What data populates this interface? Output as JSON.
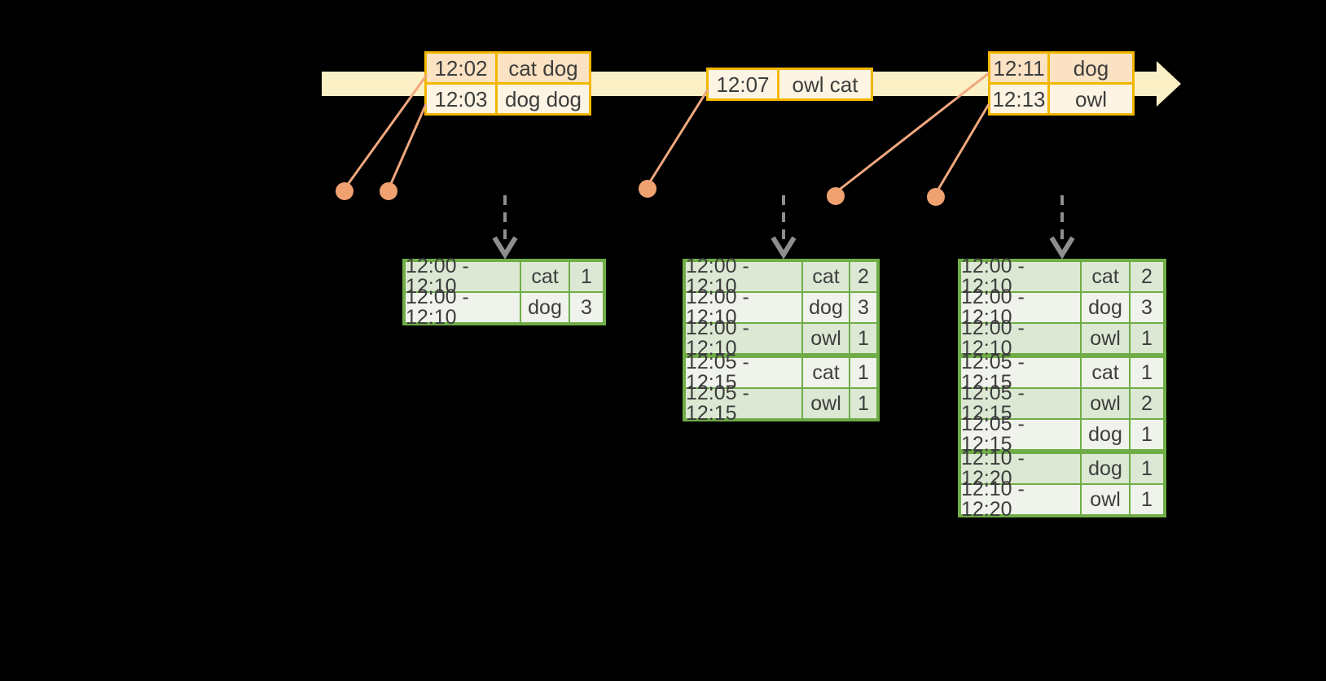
{
  "colors": {
    "background": "#000000",
    "text": "#3d3d3d",
    "timeline_fill": "#fbefc6",
    "event_border": "#f3b700",
    "event_row_dark": "#fae2c3",
    "event_row_light": "#fdf4e3",
    "connector": "#efa87d",
    "connector_dot": "#efa170",
    "dashed_arrow": "#8e8e8e",
    "counts_border": "#6fad47",
    "counts_row_dark": "#dce8d3",
    "counts_row_light": "#eff3eb"
  },
  "icons": {
    "timeline_arrowhead": "right-block-arrow",
    "event_marker": "filled-circle",
    "output_arrow": "dashed-down-arrow"
  },
  "diagram": {
    "events": [
      {
        "rows": [
          {
            "time": "12:02",
            "words": "cat dog"
          },
          {
            "time": "12:03",
            "words": "dog dog"
          }
        ]
      },
      {
        "rows": [
          {
            "time": "12:07",
            "words": "owl cat"
          }
        ]
      },
      {
        "rows": [
          {
            "time": "12:11",
            "words": "dog"
          },
          {
            "time": "12:13",
            "words": "owl"
          }
        ]
      }
    ],
    "counts_tables": [
      {
        "rows": [
          {
            "window": "12:00 - 12:10",
            "word": "cat",
            "count": "1"
          },
          {
            "window": "12:00 - 12:10",
            "word": "dog",
            "count": "3"
          }
        ],
        "group_breaks": []
      },
      {
        "rows": [
          {
            "window": "12:00 - 12:10",
            "word": "cat",
            "count": "2"
          },
          {
            "window": "12:00 - 12:10",
            "word": "dog",
            "count": "3"
          },
          {
            "window": "12:00 - 12:10",
            "word": "owl",
            "count": "1"
          },
          {
            "window": "12:05 - 12:15",
            "word": "cat",
            "count": "1"
          },
          {
            "window": "12:05 - 12:15",
            "word": "owl",
            "count": "1"
          }
        ],
        "group_breaks": [
          2
        ]
      },
      {
        "rows": [
          {
            "window": "12:00 - 12:10",
            "word": "cat",
            "count": "2"
          },
          {
            "window": "12:00 - 12:10",
            "word": "dog",
            "count": "3"
          },
          {
            "window": "12:00 - 12:10",
            "word": "owl",
            "count": "1"
          },
          {
            "window": "12:05 - 12:15",
            "word": "cat",
            "count": "1"
          },
          {
            "window": "12:05 - 12:15",
            "word": "owl",
            "count": "2"
          },
          {
            "window": "12:05 - 12:15",
            "word": "dog",
            "count": "1"
          },
          {
            "window": "12:10 - 12:20",
            "word": "dog",
            "count": "1"
          },
          {
            "window": "12:10 - 12:20",
            "word": "owl",
            "count": "1"
          }
        ],
        "group_breaks": [
          2,
          5
        ]
      }
    ]
  }
}
